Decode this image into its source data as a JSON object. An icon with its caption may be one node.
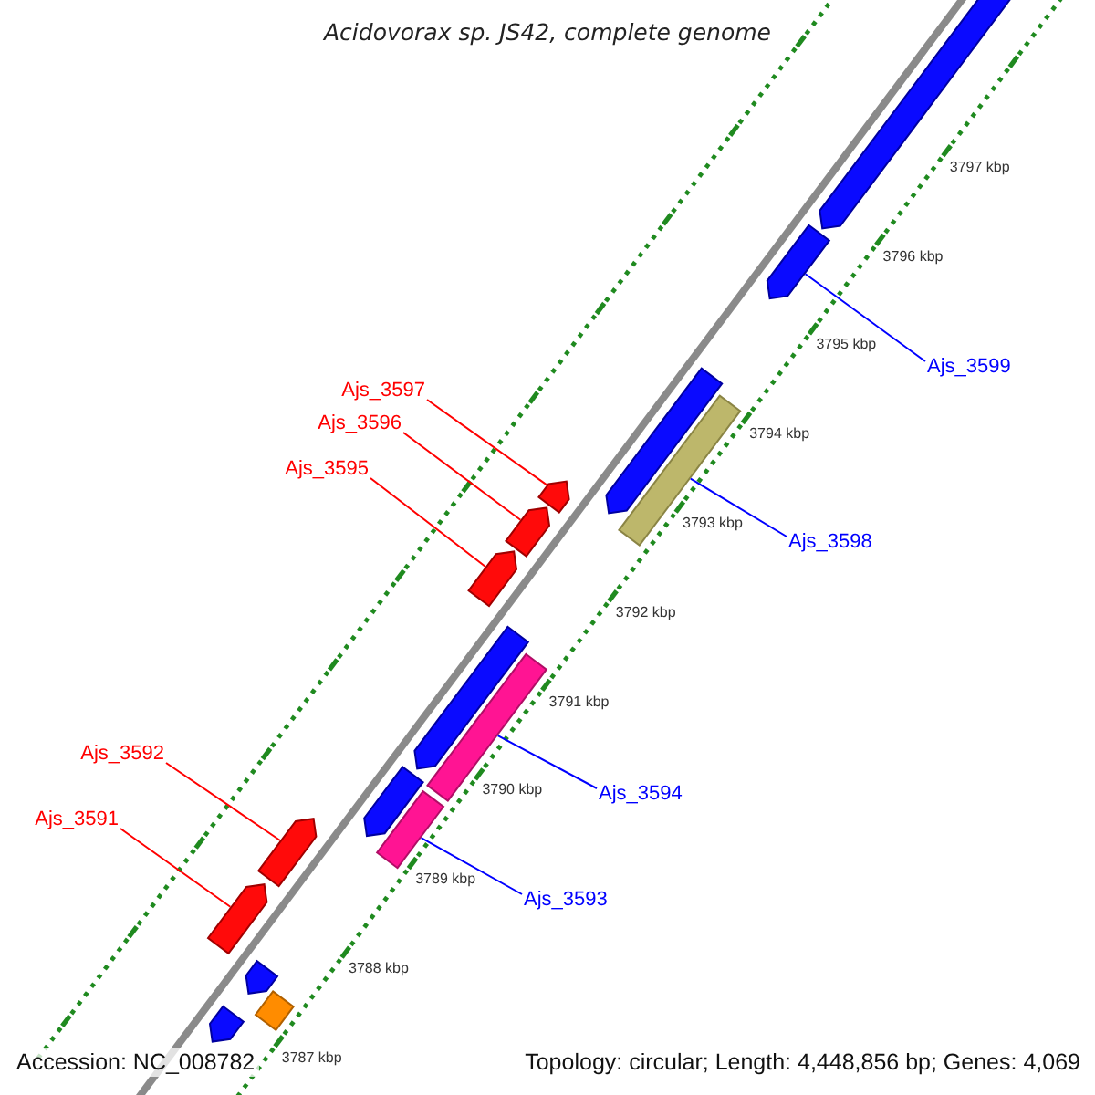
{
  "diagram": {
    "title": "Acidovorax sp. JS42, complete genome",
    "nodes": [
      {
        "text": [
          "Ajs_3599"
        ]
      },
      {
        "text": [
          "Ajs_3597"
        ]
      },
      {
        "text": [
          "Ajs_3596"
        ]
      },
      {
        "text": [
          "Ajs_3595"
        ]
      },
      {
        "text": [
          "Ajs_3598"
        ]
      },
      {
        "text": [
          "Ajs_3592"
        ]
      },
      {
        "text": [
          "Ajs_3594"
        ]
      },
      {
        "text": [
          "Ajs_3591"
        ]
      },
      {
        "text": [
          "Ajs_3593"
        ]
      },
      {
        "text": [],
        "shape": "arrow"
      },
      {
        "text": [],
        "shape": "arrow"
      },
      {
        "text": [],
        "shape": "arrow"
      },
      {
        "text": [],
        "shape": "bar"
      },
      {
        "text": [],
        "shape": "arrow"
      },
      {
        "text": [],
        "shape": "arrow"
      },
      {
        "text": [],
        "shape": "arrow"
      },
      {
        "text": [],
        "shape": "arrow"
      },
      {
        "text": [],
        "shape": "bar"
      },
      {
        "text": [],
        "shape": "arrow"
      },
      {
        "text": [],
        "shape": "bar"
      },
      {
        "text": [],
        "shape": "arrow"
      },
      {
        "text": [],
        "shape": "arrow"
      },
      {
        "text": [],
        "shape": "arrow"
      },
      {
        "text": [],
        "shape": "box"
      },
      {
        "text": [],
        "shape": "arrow"
      }
    ],
    "edges": [
      {
        "from": 0,
        "to": 10,
        "arrow": "none",
        "color": "#0000ff"
      },
      {
        "from": 1,
        "to": 13,
        "arrow": "none"
      },
      {
        "from": 2,
        "to": 14,
        "arrow": "none"
      },
      {
        "from": 3,
        "to": 15,
        "arrow": "none"
      },
      {
        "from": 4,
        "to": 12,
        "arrow": "none",
        "color": "#0000ff"
      },
      {
        "from": 5,
        "to": 20,
        "arrow": "none"
      },
      {
        "from": 6,
        "to": 17,
        "arrow": "none",
        "color": "#0000ff"
      },
      {
        "from": 7,
        "to": 21,
        "arrow": "none"
      },
      {
        "from": 8,
        "to": 19,
        "arrow": "none",
        "color": "#0000ff"
      }
    ],
    "labels": [
      "3797 kbp",
      "3796 kbp",
      "3795 kbp",
      "3794 kbp",
      "3793 kbp",
      "3792 kbp",
      "3791 kbp",
      "3790 kbp",
      "3789 kbp",
      "3788 kbp",
      "3787 kbp",
      "Accession: NC_008782",
      "Topology: circular; Length: 4,448,856 bp; Genes: 4,069"
    ]
  }
}
